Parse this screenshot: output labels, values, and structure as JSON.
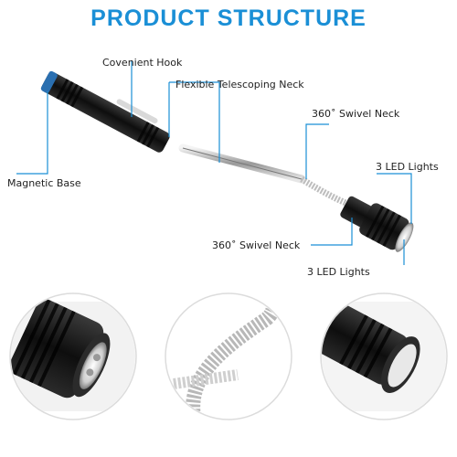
{
  "title": "PRODUCT STRUCTURE",
  "labels": {
    "hook": "Covenient Hook",
    "neck": "Flexible Telescoping Neck",
    "swivel_top": "360˚ Swivel Neck",
    "leds_top": "3 LED Lights",
    "magnetic_base": "Magnetic Base",
    "swivel_bottom": "360˚ Swivel Neck",
    "leds_bottom": "3 LED Lights"
  },
  "colors": {
    "accent": "#1a8fd6",
    "tool_body": "#1b1b1b",
    "metal": "#c8c8c8"
  },
  "icons": [
    "flashlight-tool",
    "magnifier-circle-head",
    "magnifier-circle-neck",
    "magnifier-circle-base"
  ]
}
